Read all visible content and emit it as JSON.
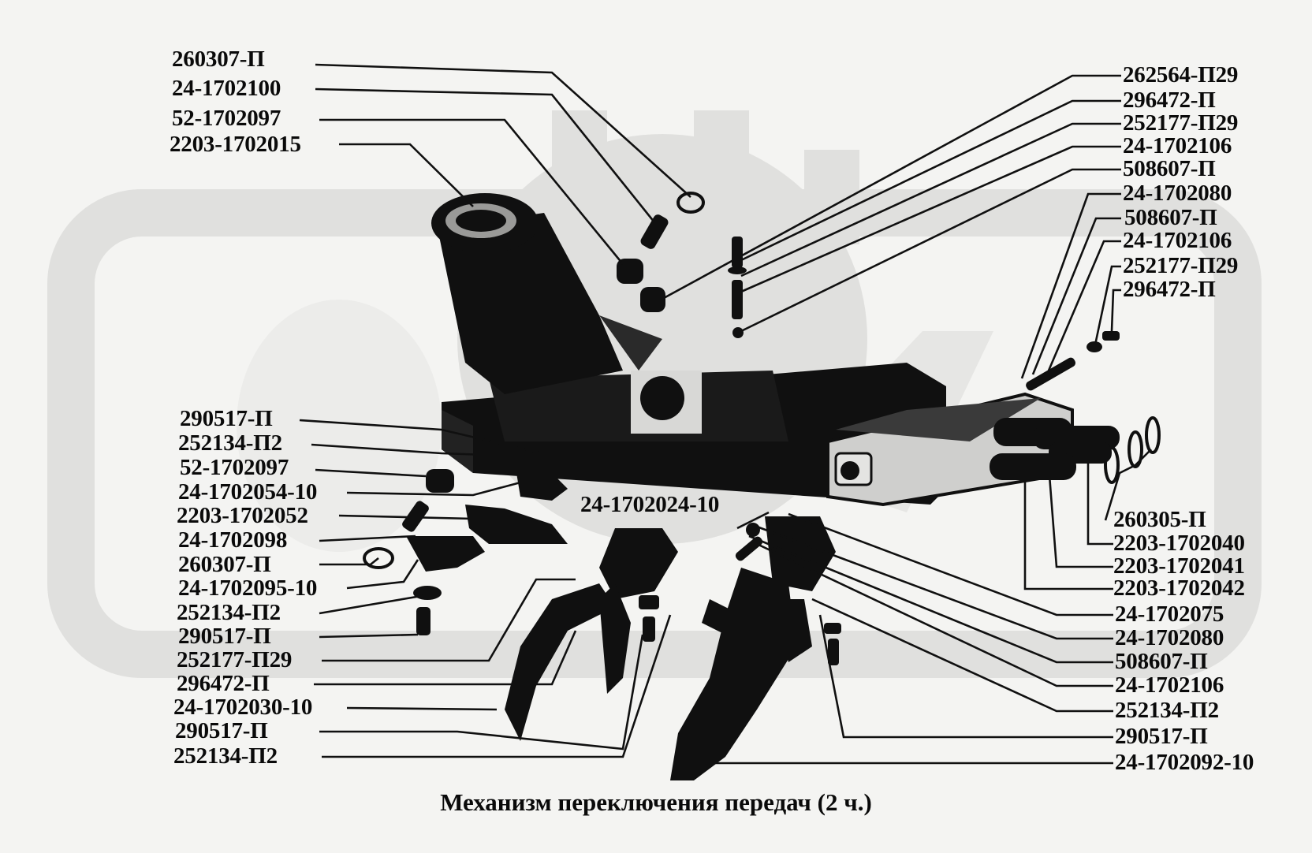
{
  "diagram": {
    "caption": "Механизм переключения передач (2 ч.)",
    "left_labels": [
      "260307-П",
      "24-1702100",
      "52-1702097",
      "2203-1702015",
      "290517-П",
      "252134-П2",
      "52-1702097",
      "24-1702054-10",
      "2203-1702052",
      "24-1702098",
      "260307-П",
      "24-1702095-10",
      "252134-П2",
      "290517-П",
      "252177-П29",
      "296472-П",
      "24-1702030-10",
      "290517-П",
      "252134-П2"
    ],
    "right_labels": [
      "262564-П29",
      "296472-П",
      "252177-П29",
      "24-1702106",
      "508607-П",
      "24-1702080",
      "508607-П",
      "24-1702106",
      "252177-П29",
      "296472-П",
      "260305-П",
      "2203-1702040",
      "2203-1702041",
      "2203-1702042",
      "24-1702075",
      "24-1702080",
      "508607-П",
      "24-1702106",
      "252134-П2",
      "290517-П",
      "24-1702092-10"
    ],
    "center_label": "24-1702024-10",
    "colors": {
      "ink": "#0a0a0a",
      "watermark": "#dcdcda",
      "background": "#f4f4f2"
    }
  }
}
